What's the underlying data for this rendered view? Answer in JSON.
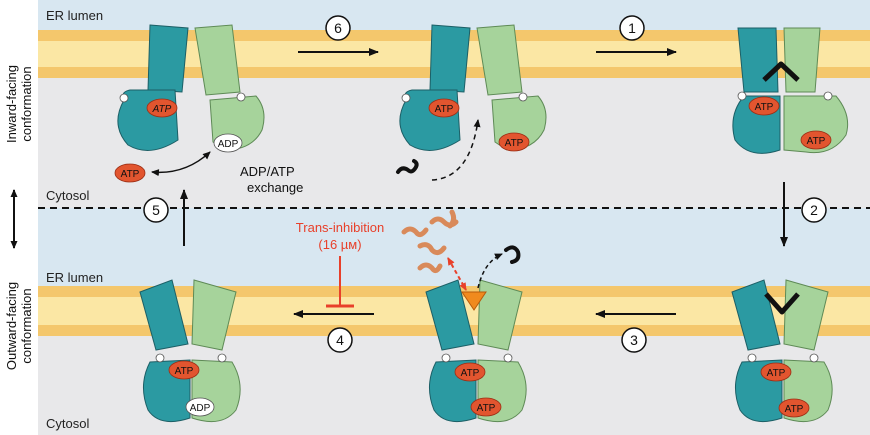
{
  "side_labels": {
    "top": "Inward-facing\nconformation",
    "bottom": "Outward-facing\nconformation"
  },
  "compartments": {
    "top_lumen": "ER lumen",
    "top_cytosol": "Cytosol",
    "bottom_lumen": "ER lumen",
    "bottom_cytosol": "Cytosol"
  },
  "steps": [
    "1",
    "2",
    "3",
    "4",
    "5",
    "6"
  ],
  "nucleotides": {
    "atp": "ATP",
    "adp": "ADP"
  },
  "exchange_label": "ADP/ATP\nexchange",
  "inhibition": {
    "line1": "Trans-inhibition",
    "line2": "(16 µм)"
  },
  "colors": {
    "lumen": "#d8e7f1",
    "cytosol": "#e8e8ea",
    "membrane": "#f4c76c",
    "membrane_core": "#fbe7a4",
    "teal": "#2b9aa2",
    "green": "#a6d39b",
    "atp": "#e2552f",
    "inhibition": "#e8402a",
    "peptide": "#d98a5a"
  }
}
